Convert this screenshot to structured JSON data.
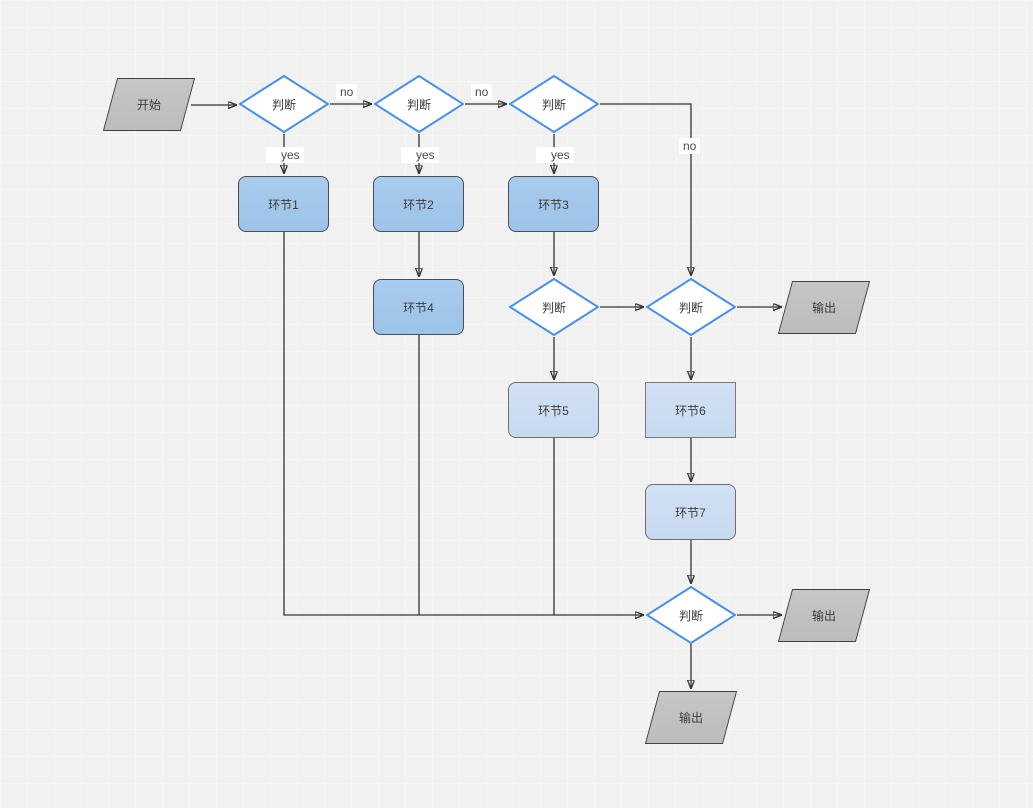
{
  "diagram": {
    "type": "flowchart",
    "colors": {
      "canvas_background": "#f1f1f2",
      "decision_border": "#4a8fe2",
      "step_dark_fill": "#9dc3e8",
      "step_light_fill": "#c7d9f0",
      "terminal_fill": "#bfbfbf",
      "connector": "#333333"
    },
    "nodes": {
      "start": {
        "label": "开始",
        "shape": "parallelogram"
      },
      "decision1": {
        "label": "判断",
        "shape": "diamond"
      },
      "decision2": {
        "label": "判断",
        "shape": "diamond"
      },
      "decision3": {
        "label": "判断",
        "shape": "diamond"
      },
      "step1": {
        "label": "环节1",
        "shape": "rounded-rect"
      },
      "step2": {
        "label": "环节2",
        "shape": "rounded-rect"
      },
      "step3": {
        "label": "环节3",
        "shape": "rounded-rect"
      },
      "step4": {
        "label": "环节4",
        "shape": "rounded-rect"
      },
      "decision4": {
        "label": "判断",
        "shape": "diamond"
      },
      "decision5": {
        "label": "判断",
        "shape": "diamond"
      },
      "output1": {
        "label": "输出",
        "shape": "parallelogram"
      },
      "step5": {
        "label": "环节5",
        "shape": "rounded-rect"
      },
      "step6": {
        "label": "环节6",
        "shape": "rect"
      },
      "step7": {
        "label": "环节7",
        "shape": "rounded-rect"
      },
      "decision6": {
        "label": "判断",
        "shape": "diamond"
      },
      "output2": {
        "label": "输出",
        "shape": "parallelogram"
      },
      "output3": {
        "label": "输出",
        "shape": "parallelogram"
      }
    },
    "edge_labels": {
      "decision1_no": "no",
      "decision2_no": "no",
      "decision3_no": "no",
      "decision1_yes": "yes",
      "decision2_yes": "yes",
      "decision3_yes": "yes"
    }
  }
}
